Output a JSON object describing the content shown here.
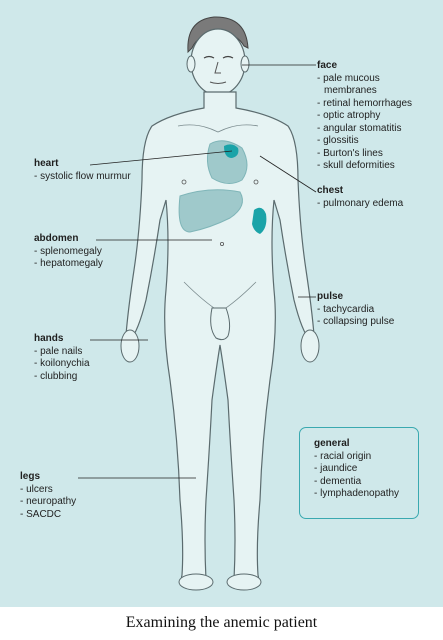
{
  "caption": "Examining the anemic patient",
  "colors": {
    "background": "#cfe8ea",
    "skin": "#e6f3f3",
    "outline": "#5b6b6e",
    "organ": "#9fc9cb",
    "accent": "#1aa3a8"
  },
  "labels": {
    "face": {
      "title": "face",
      "items": [
        "- pale mucous",
        "membranes",
        "- retinal hemorrhages",
        "- optic atrophy",
        "- angular stomatitis",
        "- glossitis",
        "- Burton's lines",
        "- skull deformities"
      ]
    },
    "heart": {
      "title": "heart",
      "items": [
        "- systolic flow murmur"
      ]
    },
    "chest": {
      "title": "chest",
      "items": [
        "- pulmonary edema"
      ]
    },
    "abdomen": {
      "title": "abdomen",
      "items": [
        "- splenomegaly",
        "- hepatomegaly"
      ]
    },
    "pulse": {
      "title": "pulse",
      "items": [
        "- tachycardia",
        "- collapsing pulse"
      ]
    },
    "hands": {
      "title": "hands",
      "items": [
        "- pale nails",
        "- koilonychia",
        "- clubbing"
      ]
    },
    "legs": {
      "title": "legs",
      "items": [
        "- ulcers",
        "- neuropathy",
        "- SACDC"
      ]
    },
    "general": {
      "title": "general",
      "items": [
        "- racial origin",
        "- jaundice",
        "- dementia",
        "- lymphadenopathy"
      ]
    }
  }
}
